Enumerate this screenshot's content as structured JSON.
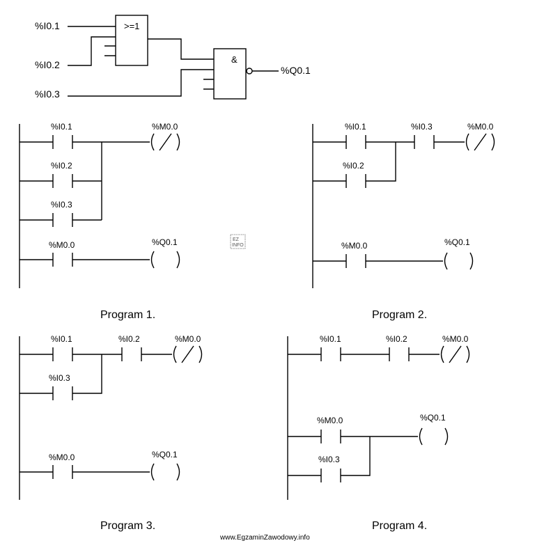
{
  "gate_logic": {
    "inputs": [
      "%I0.1",
      "%I0.2",
      "%I0.3"
    ],
    "or_gate_label": ">=1",
    "and_gate_label": "&",
    "output": "%Q0.1"
  },
  "programs": {
    "p1": {
      "caption": "Program 1.",
      "contacts": [
        "%I0.1",
        "%I0.2",
        "%I0.3",
        "%M0.0"
      ],
      "coils": [
        "%M0.0",
        "%Q0.1"
      ]
    },
    "p2": {
      "caption": "Program 2.",
      "contacts": [
        "%I0.1",
        "%I0.3",
        "%I0.2",
        "%M0.0"
      ],
      "coils": [
        "%M0.0",
        "%Q0.1"
      ]
    },
    "p3": {
      "caption": "Program 3.",
      "contacts": [
        "%I0.1",
        "%I0.2",
        "%I0.3",
        "%M0.0"
      ],
      "coils": [
        "%M0.0",
        "%Q0.1"
      ]
    },
    "p4": {
      "caption": "Program 4.",
      "contacts": [
        "%I0.1",
        "%I0.2",
        "%M0.0",
        "%I0.3"
      ],
      "coils": [
        "%M0.0",
        "%Q0.1"
      ]
    }
  },
  "watermark_logo": "EZ INFO",
  "footer": "www.EgzaminZawodowy.info"
}
